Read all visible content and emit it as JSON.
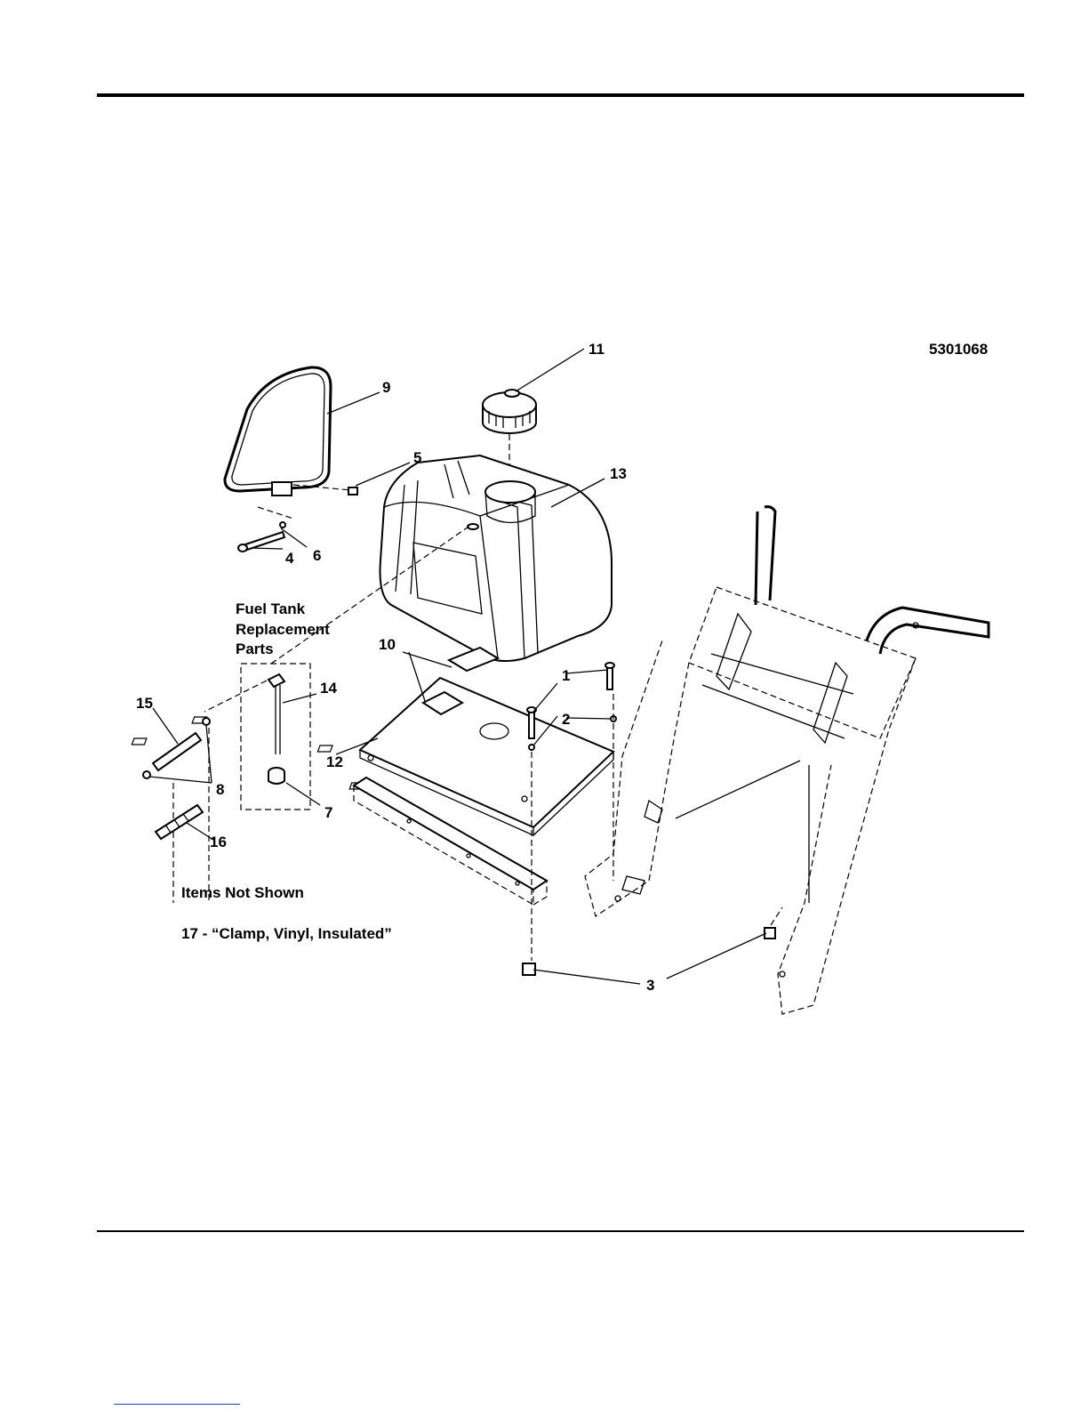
{
  "drawing_number": "5301068",
  "callouts": [
    "1",
    "2",
    "3",
    "4",
    "5",
    "6",
    "7",
    "8",
    "9",
    "10",
    "11",
    "12",
    "13",
    "14",
    "15",
    "16"
  ],
  "replacement_box_title": [
    "Fuel Tank",
    "Replacement",
    "Parts"
  ],
  "items_not_shown": {
    "heading": "Items Not Shown",
    "entry": "17 - “Clamp, Vinyl, Insulated”"
  }
}
